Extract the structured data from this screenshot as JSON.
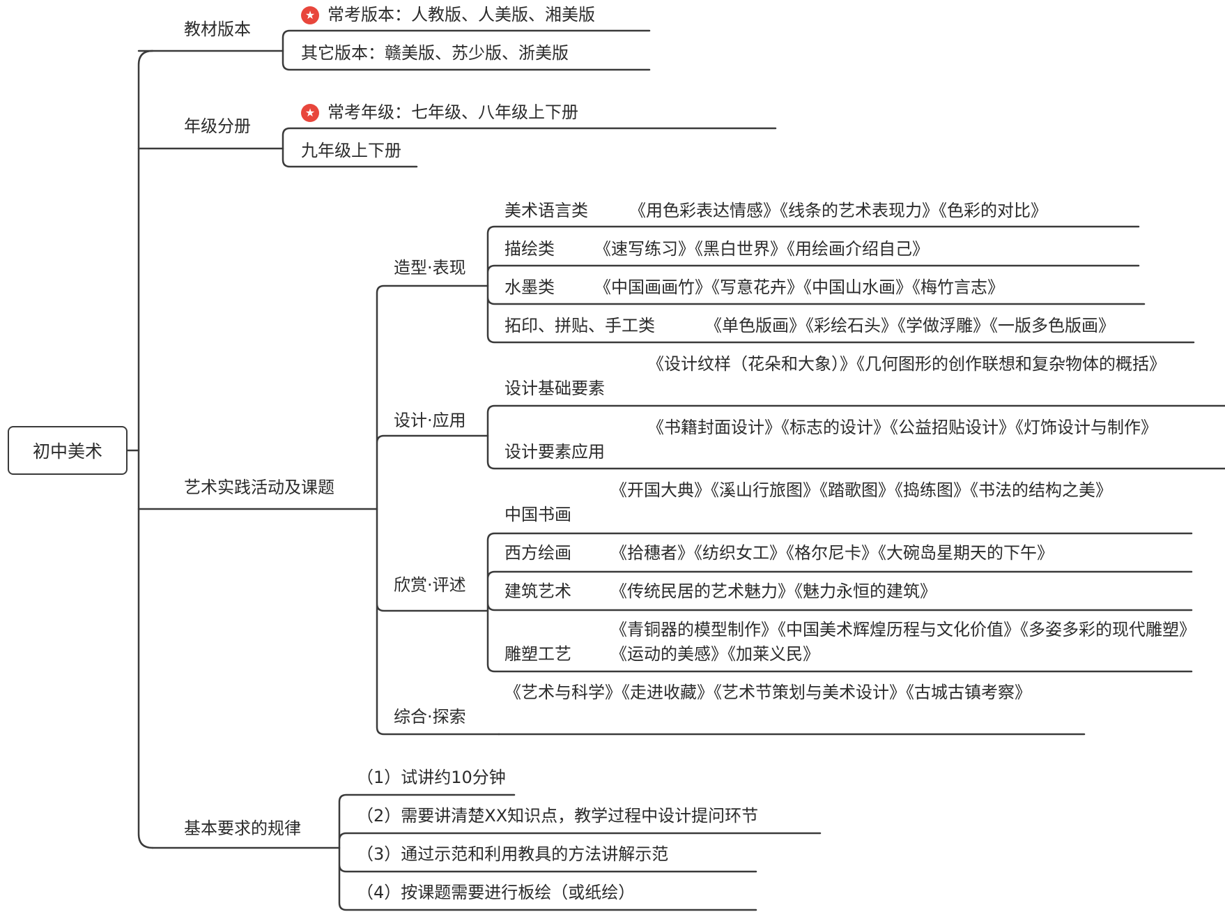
{
  "root": "初中美术",
  "branches": {
    "jiaocai": {
      "label": "教材版本",
      "items": [
        "常考版本：人教版、人美版、湘美版",
        "其它版本：赣美版、苏少版、浙美版"
      ]
    },
    "nianji": {
      "label": "年级分册",
      "items": [
        "常考年级：七年级、八年级上下册",
        "九年级上下册"
      ]
    },
    "yishu": {
      "label": "艺术实践活动及课题",
      "zaoxing": {
        "label": "造型·表现",
        "items": [
          {
            "cat": "美术语言类",
            "text": "《用色彩表达情感》《线条的艺术表现力》《色彩的对比》"
          },
          {
            "cat": "描绘类",
            "text": "《速写练习》《黑白世界》《用绘画介绍自己》"
          },
          {
            "cat": "水墨类",
            "text": "《中国画画竹》《写意花卉》《中国山水画》《梅竹言志》"
          },
          {
            "cat": "拓印、拼贴、手工类",
            "text": "《单色版画》《彩绘石头》《学做浮雕》《一版多色版画》"
          }
        ]
      },
      "sheji": {
        "label": "设计·应用",
        "items": [
          {
            "cat": "设计基础要素",
            "text": "《设计纹样（花朵和大象）》《几何图形的创作联想和复杂物体的概括》"
          },
          {
            "cat": "设计要素应用",
            "text": "《书籍封面设计》《标志的设计》《公益招贴设计》《灯饰设计与制作》"
          }
        ]
      },
      "xinshang": {
        "label": "欣赏·评述",
        "items": [
          {
            "cat": "中国书画",
            "text": "《开国大典》《溪山行旅图》《踏歌图》《捣练图》《书法的结构之美》"
          },
          {
            "cat": "西方绘画",
            "text": "《拾穗者》《纺织女工》《格尔尼卡》《大碗岛星期天的下午》"
          },
          {
            "cat": "建筑艺术",
            "text": "《传统民居的艺术魅力》《魅力永恒的建筑》"
          },
          {
            "cat": "雕塑工艺",
            "text": "《青铜器的模型制作》《中国美术辉煌历程与文化价值》《多姿多彩的现代雕塑》《运动的美感》《加莱义民》"
          }
        ]
      },
      "zonghe": {
        "label": "综合·探索",
        "text": "《艺术与科学》《走进收藏》《艺术节策划与美术设计》《古城古镇考察》"
      }
    },
    "jiben": {
      "label": "基本要求的规律",
      "items": [
        "（1）试讲约10分钟",
        "（2）需要讲清楚XX知识点，教学过程中设计提问环节",
        "（3）通过示范和利用教具的方法讲解示范",
        "（4）按课题需要进行板绘（或纸绘）"
      ]
    }
  },
  "colors": {
    "line": "#3a3a3a",
    "star": "#e8463c"
  },
  "icons": {
    "star": "star-icon"
  }
}
